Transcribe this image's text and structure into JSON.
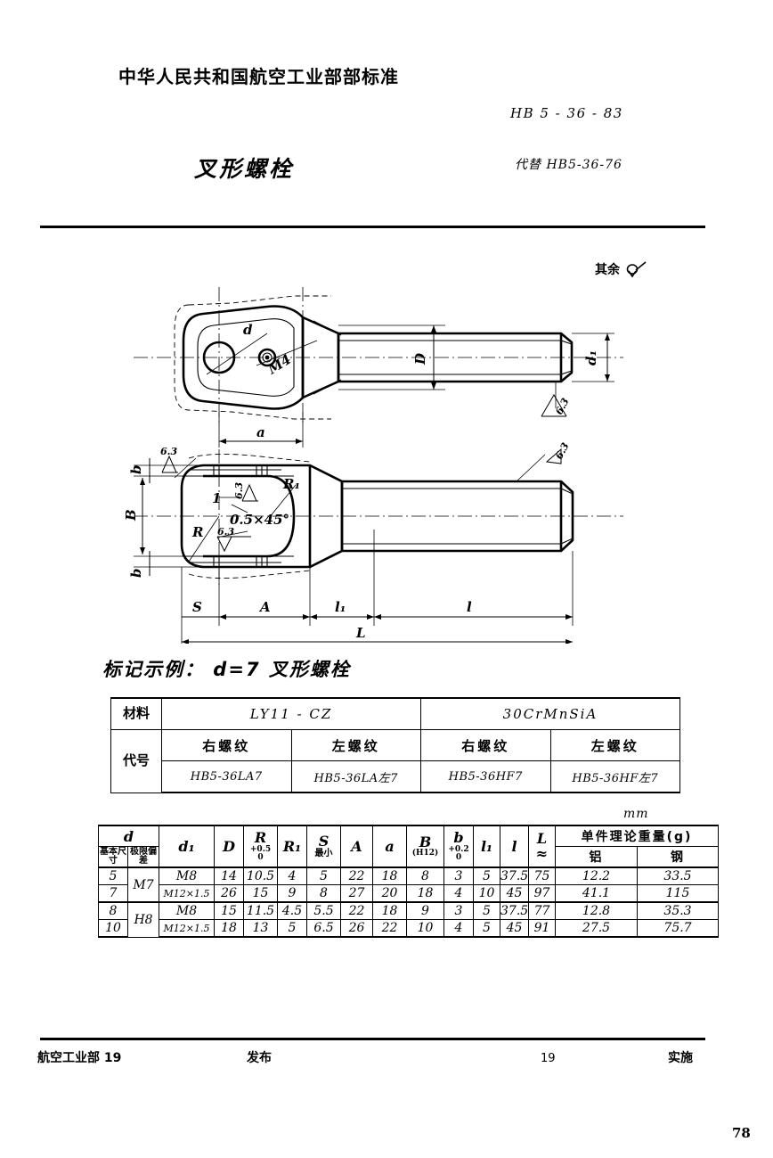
{
  "header": {
    "ministry_title": "中华人民共和国航空工业部部标准",
    "standard_code": "HB 5 - 36 - 83",
    "part_name": "叉形螺栓",
    "replaces": "代替 HB5-36-76"
  },
  "drawing": {
    "rest_note": "其余",
    "labels": {
      "d": "d",
      "d1": "d₁",
      "D": "D",
      "M4": "M4",
      "a": "a",
      "b_top": "b",
      "b_bot": "b",
      "B": "B",
      "R": "R",
      "R1": "R₁",
      "S": "S",
      "A": "A",
      "l1": "l₁",
      "l": "l",
      "L": "L",
      "chamfer": "0.5×45°",
      "roughness_63": "6.3",
      "one": "1"
    }
  },
  "marking": {
    "example": "标记示例： d=7 叉形螺栓"
  },
  "material_table": {
    "row_labels": [
      "材料",
      "代号"
    ],
    "materials": [
      "LY11 - CZ",
      "30CrMnSiA"
    ],
    "thread_headers": [
      "右螺纹",
      "左螺纹",
      "右螺纹",
      "左螺纹"
    ],
    "codes": [
      "HB5-36LA7",
      "HB5-36LA左7",
      "HB5-36HF7",
      "HB5-36HF左7"
    ]
  },
  "dimension_table": {
    "unit": "mm",
    "headers": {
      "d": "d",
      "d_sub1": "基本尺寸",
      "d_sub2": "极限偏差",
      "d1": "d₁",
      "D": "D",
      "R": "R",
      "R_tol_up": "+0.5",
      "R_tol_lo": "0",
      "R1": "R₁",
      "S": "S",
      "S_sub": "最小",
      "A": "A",
      "a": "a",
      "B": "B",
      "B_sub": "(H12)",
      "b": "b",
      "b_tol_up": "+0.2",
      "b_tol_lo": "0",
      "l1": "l₁",
      "l": "l",
      "L": "L",
      "L_sub": "≈",
      "weight": "单件理论重量(g)",
      "weight_al": "铝",
      "weight_steel": "钢"
    },
    "rows": [
      {
        "d": "5",
        "dev": "M7",
        "dev_span": 2,
        "d1": "M8",
        "D": "14",
        "R": "10.5",
        "R1": "4",
        "S": "5",
        "A": "22",
        "a": "18",
        "B": "8",
        "b": "3",
        "l1": "5",
        "l": "37.5",
        "L": "75",
        "w_al": "12.2",
        "w_steel": "33.5"
      },
      {
        "d": "7",
        "dev": "",
        "dev_span": 0,
        "d1": "M12×1.5",
        "D": "26",
        "R": "15",
        "R1": "9",
        "S": "8",
        "A": "27",
        "a": "20",
        "B": "18",
        "b": "4",
        "l1": "10",
        "l": "45",
        "L": "97",
        "w_al": "41.1",
        "w_steel": "115"
      },
      {
        "d": "8",
        "dev": "H8",
        "dev_span": 2,
        "d1": "M8",
        "D": "15",
        "R": "11.5",
        "R1": "4.5",
        "S": "5.5",
        "A": "22",
        "a": "18",
        "B": "9",
        "b": "3",
        "l1": "5",
        "l": "37.5",
        "L": "77",
        "w_al": "12.8",
        "w_steel": "35.3"
      },
      {
        "d": "10",
        "dev": "",
        "dev_span": 0,
        "d1": "M12×1.5",
        "D": "18",
        "R": "13",
        "R1": "5",
        "S": "6.5",
        "A": "26",
        "a": "22",
        "B": "10",
        "b": "4",
        "l1": "5",
        "l": "45",
        "L": "91",
        "w_al": "27.5",
        "w_steel": "75.7"
      }
    ]
  },
  "footer": {
    "organization": "航空工业部 19",
    "publish": "发布",
    "impl_year": "19",
    "implement": "实施",
    "page_number": "78"
  }
}
